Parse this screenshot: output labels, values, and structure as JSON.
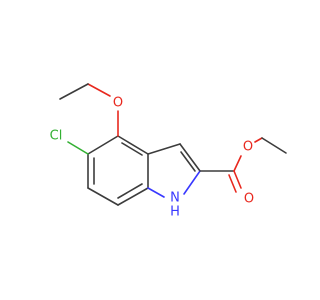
{
  "atoms": {
    "o_methoxy": {
      "label": "O",
      "color": "#e8281e"
    },
    "cl": {
      "label": "Cl",
      "color": "#33b033"
    },
    "o_carbonyl": {
      "label": "O",
      "color": "#e8281e"
    },
    "o_ester": {
      "label": "O",
      "color": "#e8281e"
    },
    "nh_n": {
      "label": "N",
      "color": "#3838ff"
    },
    "nh_h": {
      "label": "H",
      "color": "#3838ff"
    }
  },
  "colors": {
    "bond": "#3c3c3c",
    "oxygen": "#e8281e",
    "chlorine": "#33b033",
    "nitrogen": "#3838ff"
  }
}
